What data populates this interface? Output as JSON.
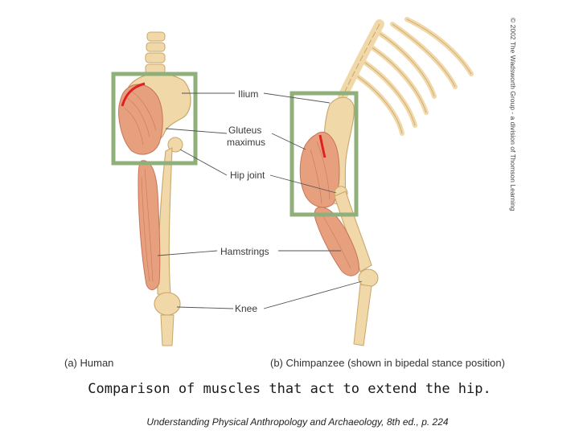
{
  "labels": {
    "ilium": "Ilium",
    "gluteus_line1": "Gluteus",
    "gluteus_line2": "maximus",
    "hip_joint": "Hip joint",
    "hamstrings": "Hamstrings",
    "knee": "Knee"
  },
  "panels": {
    "human": "(a) Human",
    "chimp": "(b) Chimpanzee (shown in bipedal stance position)"
  },
  "copyright": "© 2002 The Wadsworth Group - a division of Thomson Learning",
  "caption": "Comparison of muscles that act to extend the hip.",
  "citation": "Understanding Physical Anthropology and Archaeology, 8th ed., p. 224",
  "colors": {
    "bone": "#f1d8a8",
    "bone_outline": "#c9a66b",
    "muscle": "#e7a07e",
    "muscle_dark": "#c8735a",
    "highlight_box": "#8fb07a",
    "accent_red": "#e02020"
  }
}
